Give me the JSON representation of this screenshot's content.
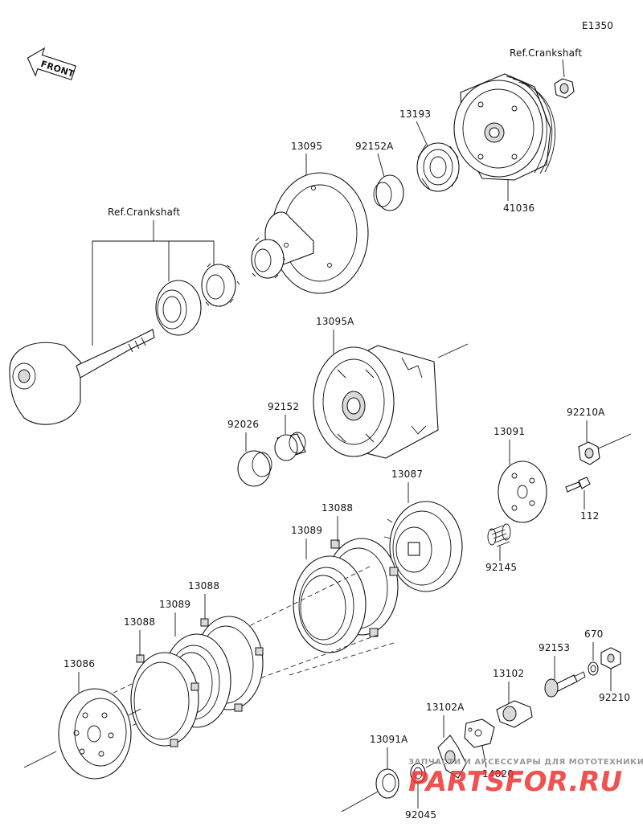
{
  "diagram_code": "E1350",
  "front_marker": "FRONT",
  "parts": {
    "ref_crankshaft_top": "Ref.Crankshaft",
    "ref_crankshaft_left": "Ref.Crankshaft",
    "p13193": "13193",
    "p13095": "13095",
    "p92152A": "92152A",
    "p41036": "41036",
    "p13095A": "13095A",
    "p92152": "92152",
    "p92026": "92026",
    "p92210A": "92210A",
    "p13091": "13091",
    "p112": "112",
    "p13087": "13087",
    "p13088_a": "13088",
    "p13089_a": "13089",
    "p92145": "92145",
    "p13088_b": "13088",
    "p13089_b": "13089",
    "p13088_c": "13088",
    "p670": "670",
    "p92153": "92153",
    "p92210": "92210",
    "p13102": "13102",
    "p13086": "13086",
    "p13102A": "13102A",
    "p14020": "14020",
    "p13091A": "13091A",
    "p92045": "92045"
  },
  "watermark": {
    "tagline": "ЗАПЧАСТИ И АКСЕССУАРЫ ДЛЯ МОТОТЕХНИКИ",
    "brand": "PARTSFOR.RU"
  },
  "colors": {
    "line": "#111111",
    "watermark_red": "#e33333",
    "watermark_gray": "#999999"
  }
}
